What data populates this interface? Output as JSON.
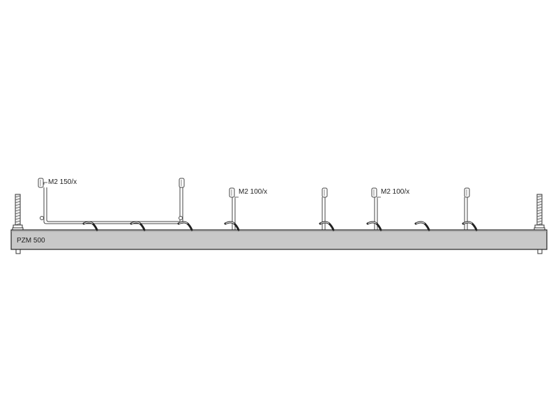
{
  "rail": {
    "label": "PZM 500",
    "fill_color": "#c8c8c8",
    "stroke_color": "#222222"
  },
  "modules": [
    {
      "label": "M2 150/x"
    },
    {
      "label": "M2 100/x"
    },
    {
      "label": "M2 100/x"
    }
  ],
  "colors": {
    "line": "#333333",
    "wire": "#222222",
    "background": "#ffffff"
  }
}
